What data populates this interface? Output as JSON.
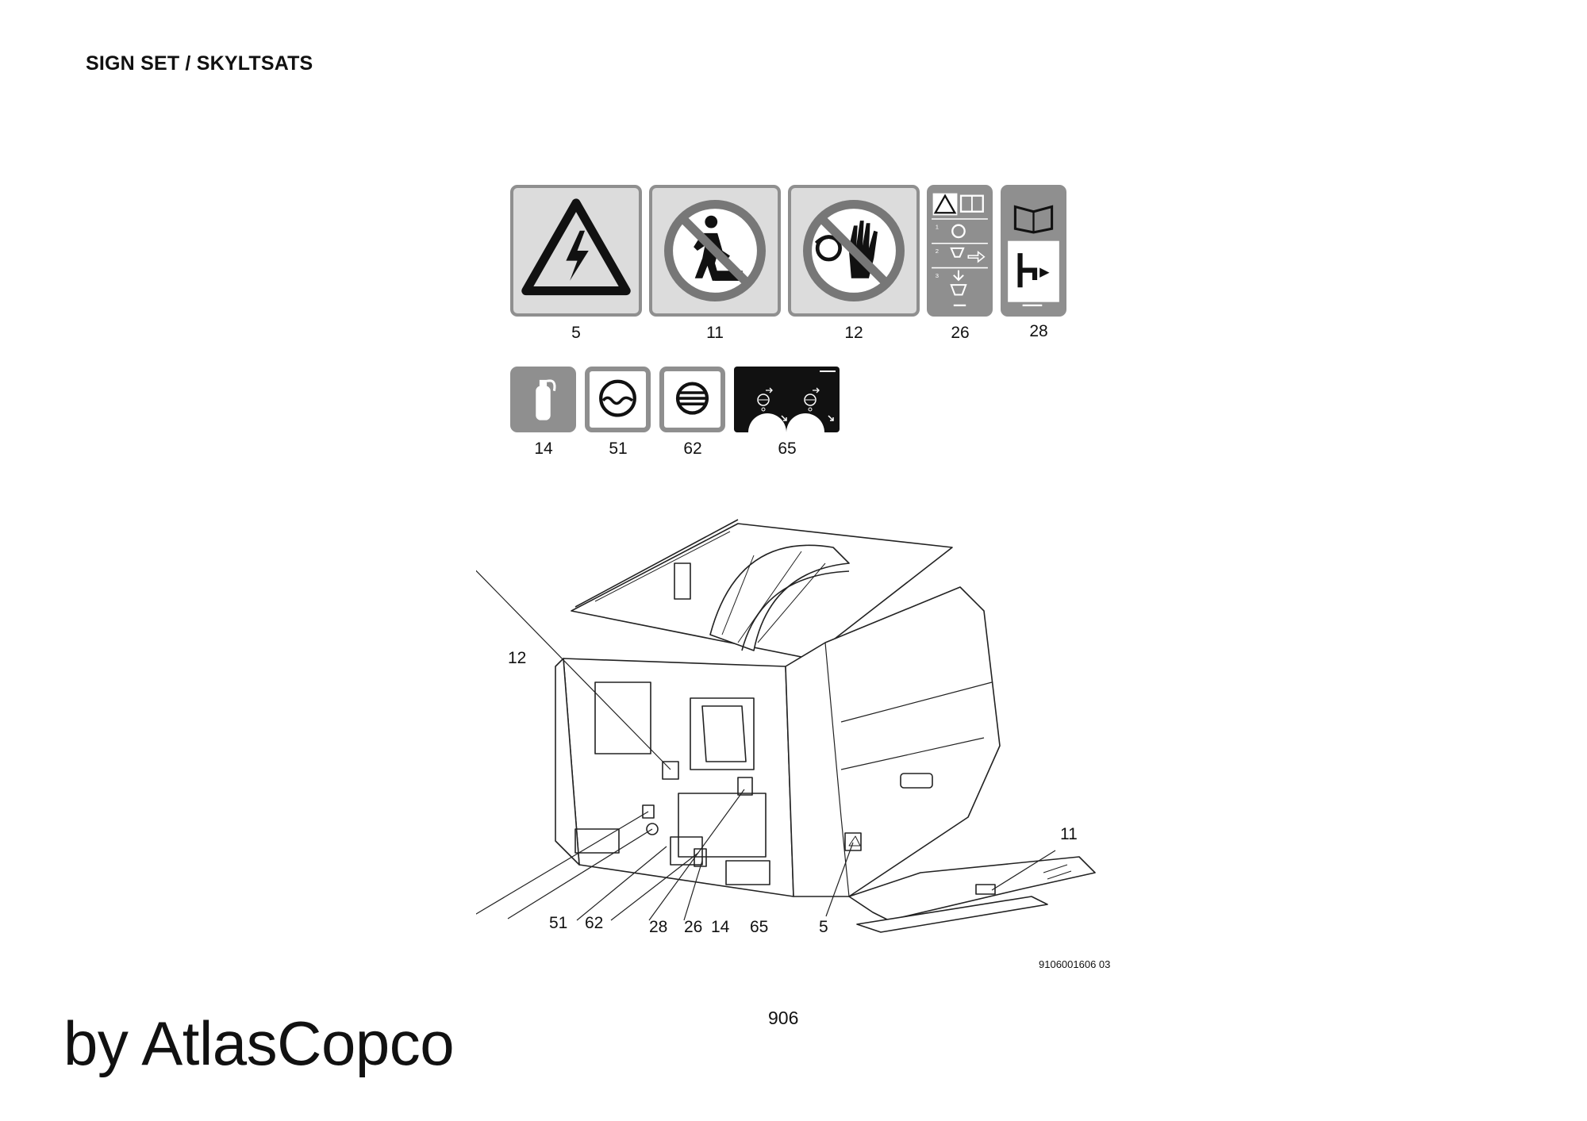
{
  "header": {
    "title": "SIGN SET / SKYLTSATS"
  },
  "signs": [
    {
      "number": "5",
      "icon": "electrical-hazard-icon"
    },
    {
      "number": "11",
      "icon": "no-step-icon"
    },
    {
      "number": "12",
      "icon": "do-not-touch-icon"
    },
    {
      "number": "26",
      "icon": "procedure-steps-icon"
    },
    {
      "number": "28",
      "icon": "read-manual-icon"
    },
    {
      "number": "14",
      "icon": "fire-extinguisher-icon"
    },
    {
      "number": "51",
      "icon": "coolant-level-icon"
    },
    {
      "number": "62",
      "icon": "fluid-indicator-icon"
    },
    {
      "number": "65",
      "icon": "control-direction-icon"
    }
  ],
  "callouts": [
    "12",
    "11",
    "51",
    "62",
    "28",
    "26",
    "14",
    "65",
    "5"
  ],
  "drawing_code": "9106001606 03",
  "page_number": "906",
  "brand": "by AtlasCopco",
  "colors": {
    "sign_grey": "#8f8f8f",
    "sign_light": "#dcdcdc",
    "ink": "#111111",
    "prohibit_red": "#777777"
  }
}
